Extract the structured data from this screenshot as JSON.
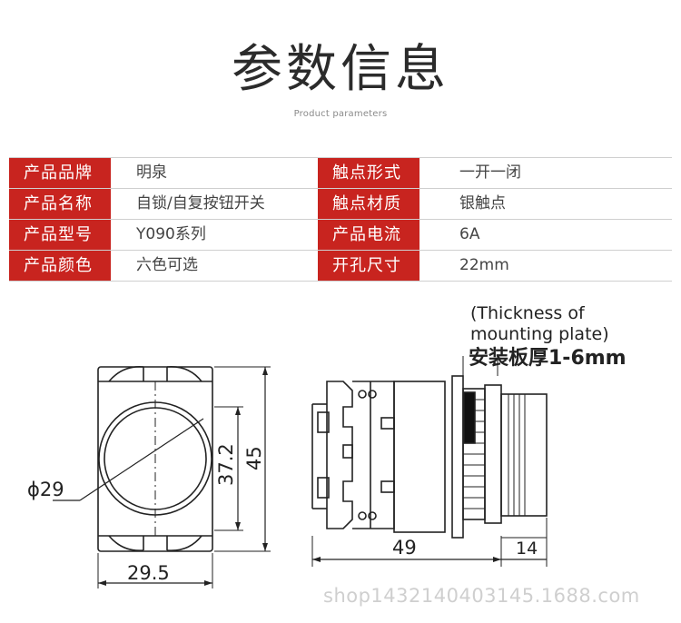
{
  "header": {
    "title": "参数信息",
    "subtitle": "Product parameters"
  },
  "specs": [
    {
      "left_label": "产品品牌",
      "left_value": "明泉",
      "right_label": "触点形式",
      "right_value": "一开一闭"
    },
    {
      "left_label": "产品名称",
      "left_value": "自锁/自复按钮开关",
      "right_label": "触点材质",
      "right_value": "银触点"
    },
    {
      "left_label": "产品型号",
      "left_value": "Y090系列",
      "right_label": "产品电流",
      "right_value": "6A"
    },
    {
      "left_label": "产品颜色",
      "left_value": "六色可选",
      "right_label": "开孔尺寸",
      "right_value": "22mm"
    }
  ],
  "drawing": {
    "note_line1": "(Thickness of",
    "note_line2": "mounting plate)",
    "note_line3": "安装板厚1-6mm",
    "dim_diameter": "ϕ29",
    "dim_width": "29.5",
    "dim_inner_height": "37.2",
    "dim_height": "45",
    "dim_length": "49",
    "dim_head": "14"
  },
  "watermark": "shop1432140403145.1688.com",
  "colors": {
    "label_bg": "#c8241f",
    "label_text": "#ffffff"
  }
}
